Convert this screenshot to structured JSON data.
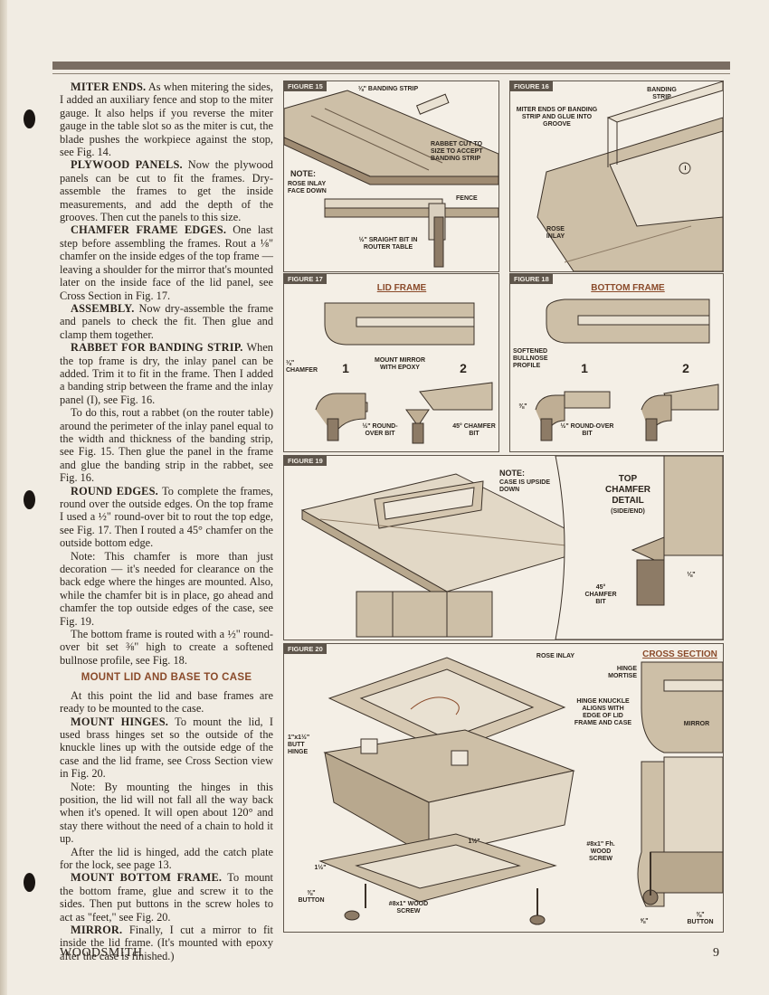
{
  "article": {
    "p1_h": "MITER ENDS.",
    "p1": "As when mitering the sides, I added an auxiliary fence and stop to the miter gauge. It also helps if you reverse the miter gauge in the table slot so as the miter is cut, the blade pushes the workpiece against the stop, see Fig. 14.",
    "p2_h": "PLYWOOD PANELS.",
    "p2": "Now the plywood panels can be cut to fit the frames. Dry-assemble the frames to get the inside measurements, and add the depth of the grooves. Then cut the panels to this size.",
    "p3_h": "CHAMFER FRAME EDGES.",
    "p3": "One last step before assembling the frames. Rout a ⅛\" chamfer on the inside edges of the top frame — leaving a shoulder for the mirror that's mounted later on the inside face of the lid panel, see Cross Section in Fig. 17.",
    "p4_h": "ASSEMBLY.",
    "p4": "Now dry-assemble the frame and panels to check the fit. Then glue and clamp them together.",
    "p5_h": "RABBET FOR BANDING STRIP.",
    "p5": "When the top frame is dry, the inlay panel can be added. Trim it to fit in the frame. Then I added a banding strip between the frame and the inlay panel (I), see Fig. 16.",
    "p6": "To do this, rout a rabbet (on the router table) around the perimeter of the inlay panel equal to the width and thickness of the banding strip, see Fig. 15. Then glue the panel in the frame and glue the banding strip in the rabbet, see Fig. 16.",
    "p7_h": "ROUND EDGES.",
    "p7": "To complete the frames, round over the outside edges. On the top frame I used a ½\" round-over bit to rout the top edge, see Fig. 17. Then I routed a 45° chamfer on the outside bottom edge.",
    "p8": "Note: This chamfer is more than just decoration — it's needed for clearance on the back edge where the hinges are mounted. Also, while the chamfer bit is in place, go ahead and chamfer the top outside edges of the case, see Fig. 19.",
    "p9": "The bottom frame is routed with a ½\" round-over bit set ⅜\" high to create a softened bullnose profile, see Fig. 18.",
    "heading2": "MOUNT LID AND BASE TO CASE",
    "p10": "At this point the lid and base frames are ready to be mounted to the case.",
    "p11_h": "MOUNT HINGES.",
    "p11": "To mount the lid, I used brass hinges set so the outside of the knuckle lines up with the outside edge of the case and the lid frame, see Cross Section view in Fig. 20.",
    "p12": "Note: By mounting the hinges in this position, the lid will not fall all the way back when it's opened. It will open about 120° and stay there without the need of a chain to hold it up.",
    "p13": "After the lid is hinged, add the catch plate for the lock, see page 13.",
    "p14_h": "MOUNT BOTTOM FRAME.",
    "p14": "To mount the bottom frame, glue and screw it to the sides. Then put buttons in the screw holes to act as \"feet,\" see Fig. 20.",
    "p15_h": "MIRROR.",
    "p15": "Finally, I cut a mirror to fit inside the lid frame. (It's mounted with epoxy after the case is finished.)"
  },
  "fig15": {
    "tag": "FIGURE 15",
    "banding": "⅛\" BANDING STRIP",
    "rabbet": "RABBET CUT TO SIZE TO ACCEPT BANDING STRIP",
    "note": "NOTE:",
    "note2": "ROSE INLAY FACE DOWN",
    "fence": "FENCE",
    "bit": "½\" SRAIGHT BIT IN ROUTER TABLE"
  },
  "fig16": {
    "tag": "FIGURE 16",
    "banding": "BANDING STRIP",
    "miter": "MITER ENDS OF BANDING STRIP AND GLUE INTO GROOVE",
    "rose": "ROSE INLAY",
    "part": "I"
  },
  "fig17": {
    "tag": "FIGURE 17",
    "title": "LID FRAME",
    "chamfer": "⅛\" CHAMFER",
    "mirror": "MOUNT MIRROR WITH EPOXY",
    "n1": "1",
    "n2": "2",
    "bit1": "½\" ROUND-OVER BIT",
    "bit2": "45° CHAMFER BIT"
  },
  "fig18": {
    "tag": "FIGURE 18",
    "title": "BOTTOM FRAME",
    "soft": "SOFTENED BULLNOSE PROFILE",
    "dim": "⅜\"",
    "n1": "1",
    "n2": "2",
    "bit": "½\" ROUND-OVER BIT"
  },
  "fig19": {
    "tag": "FIGURE 19",
    "note": "NOTE:",
    "note2": "CASE IS UPSIDE DOWN",
    "detail": "TOP CHAMFER DETAIL",
    "detail2": "(SIDE/END)",
    "bit": "45° CHAMFER BIT",
    "dim": "⅛\""
  },
  "fig20": {
    "tag": "FIGURE 20",
    "rose": "ROSE INLAY",
    "cross": "CROSS SECTION",
    "mortise": "HINGE MORTISE",
    "knuckle": "HINGE KNUCKLE ALIGNS WITH EDGE OF LID FRAME AND CASE",
    "mirror": "MIRROR",
    "hinge": "1\"x1½\" BUTT HINGE",
    "d1": "1½\"",
    "d2": "1½\"",
    "button": "⅜\" BUTTON",
    "screw": "#8x1\" WOOD SCREW",
    "screw2": "#8x1\" Fh. WOOD SCREW",
    "d3": "⅝\"",
    "button2": "⅜\" BUTTON"
  },
  "footer": {
    "brand": "WOODSMITH",
    "page": "9"
  }
}
